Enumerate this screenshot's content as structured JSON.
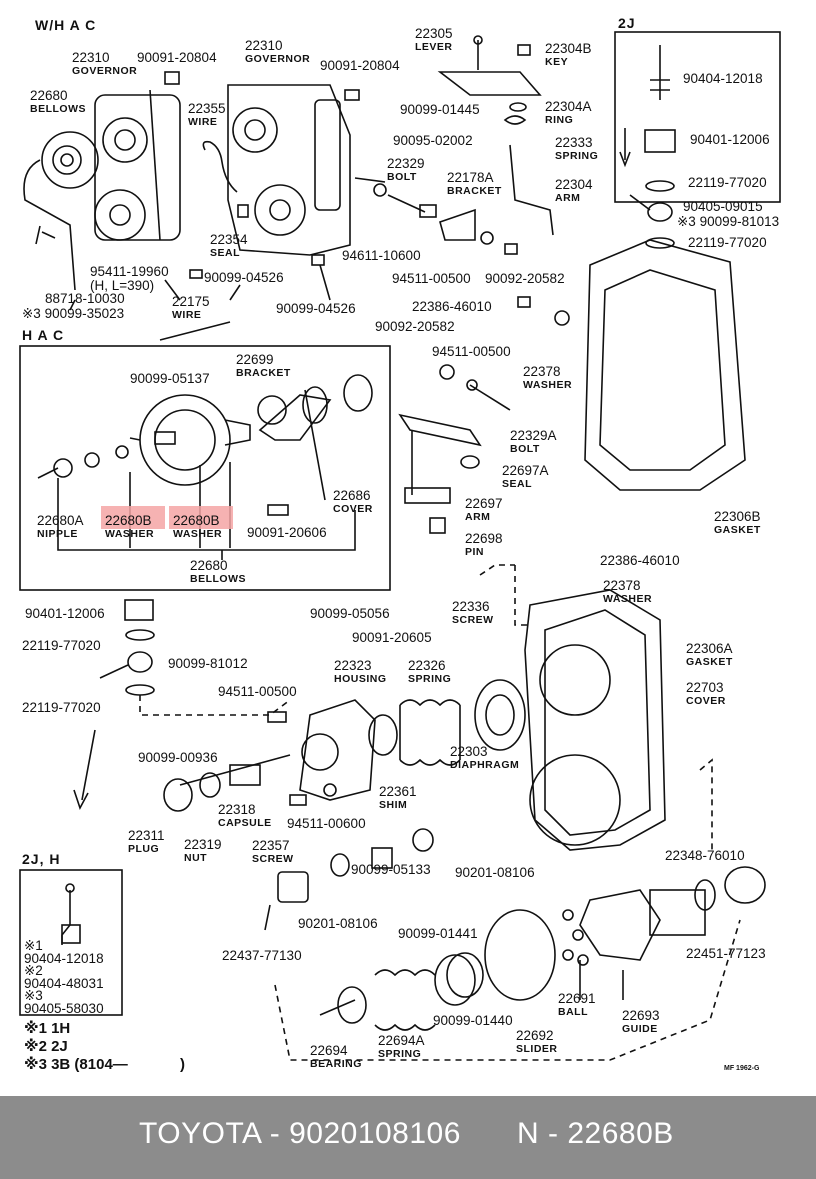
{
  "sections": {
    "whac": "W/H A C",
    "hac": "H A C",
    "twoj": "2J",
    "twojh": "2J, H"
  },
  "parts": {
    "p22310a": {
      "num": "22310",
      "name": "GOVERNOR"
    },
    "p22310b": {
      "num": "22310",
      "name": "GOVERNOR"
    },
    "p22680": {
      "num": "22680",
      "name": "BELLOWS"
    },
    "p22355": {
      "num": "22355",
      "name": "WIRE"
    },
    "p22354": {
      "num": "22354",
      "name": "SEAL"
    },
    "p22305": {
      "num": "22305",
      "name": "LEVER"
    },
    "p22304b": {
      "num": "22304B",
      "name": "KEY"
    },
    "p22304a": {
      "num": "22304A",
      "name": "RING"
    },
    "p22333": {
      "num": "22333",
      "name": "SPRING"
    },
    "p22304": {
      "num": "22304",
      "name": "ARM"
    },
    "p22329": {
      "num": "22329",
      "name": "BOLT"
    },
    "p22178a": {
      "num": "22178A",
      "name": "BRACKET"
    },
    "p22175": {
      "num": "22175",
      "name": "WIRE"
    },
    "p22699": {
      "num": "22699",
      "name": "BRACKET"
    },
    "p22686": {
      "num": "22686",
      "name": "COVER"
    },
    "p22680a": {
      "num": "22680A",
      "name": "NIPPLE"
    },
    "p22680b1": {
      "num": "22680B",
      "name": "WASHER"
    },
    "p22680b2": {
      "num": "22680B",
      "name": "WASHER"
    },
    "p22680bel": {
      "num": "22680",
      "name": "BELLOWS"
    },
    "p22378": {
      "num": "22378",
      "name": "WASHER"
    },
    "p22329a": {
      "num": "22329A",
      "name": "BOLT"
    },
    "p22697a": {
      "num": "22697A",
      "name": "SEAL"
    },
    "p22697": {
      "num": "22697",
      "name": "ARM"
    },
    "p22698": {
      "num": "22698",
      "name": "PIN"
    },
    "p22306b": {
      "num": "22306B",
      "name": "GASKET"
    },
    "p22378b": {
      "num": "22378",
      "name": "WASHER"
    },
    "p22336": {
      "num": "22336",
      "name": "SCREW"
    },
    "p22306a": {
      "num": "22306A",
      "name": "GASKET"
    },
    "p22703": {
      "num": "22703",
      "name": "COVER"
    },
    "p22323": {
      "num": "22323",
      "name": "HOUSING"
    },
    "p22326": {
      "num": "22326",
      "name": "SPRING"
    },
    "p22303": {
      "num": "22303",
      "name": "DIAPHRAGM"
    },
    "p22361": {
      "num": "22361",
      "name": "SHIM"
    },
    "p22318": {
      "num": "22318",
      "name": "CAPSULE"
    },
    "p22357": {
      "num": "22357",
      "name": "SCREW"
    },
    "p22311": {
      "num": "22311",
      "name": "PLUG"
    },
    "p22319": {
      "num": "22319",
      "name": "NUT"
    },
    "p22691": {
      "num": "22691",
      "name": "BALL"
    },
    "p22693": {
      "num": "22693",
      "name": "GUIDE"
    },
    "p22692": {
      "num": "22692",
      "name": "SLIDER"
    },
    "p22694a": {
      "num": "22694A",
      "name": "SPRING"
    },
    "p22694": {
      "num": "22694",
      "name": "BEARING"
    }
  },
  "refs": {
    "r1": "90091-20804",
    "r2": "90091-20804",
    "r3": "90099-01445",
    "r4": "90095-02002",
    "r5": "90099-04526",
    "r6": "94611-10600",
    "r7": "95411-19960",
    "r7b": "(H, L=390)",
    "r8": "88718-10030",
    "r9": "※3 90099-35023",
    "r10": "90099-04526",
    "r11": "94511-00500",
    "r12": "90092-20582",
    "r13": "22386-46010",
    "r14": "90092-20582",
    "r15": "94511-00500",
    "r16": "90099-05137",
    "r17": "90091-20606",
    "r18": "90404-12018",
    "r19": "90401-12006",
    "r20": "22119-77020",
    "r21": "90405-09015",
    "r22": "※3 90099-81013",
    "r23": "22119-77020",
    "r24": "22386-46010",
    "r25": "90099-05056",
    "r26": "90091-20605",
    "r27": "90401-12006",
    "r28": "22119-77020",
    "r29": "90099-81012",
    "r30": "22119-77020",
    "r31": "94511-00500",
    "r32": "90099-00936",
    "r33": "94511-00600",
    "r34": "90201-08106",
    "r35": "90099-05133",
    "r36": "90201-08106",
    "r37": "22437-77130",
    "r38": "22348-76010",
    "r39": "22451-77123",
    "r40": "90099-01441",
    "r41": "90099-01440"
  },
  "legend": {
    "b1": "※1",
    "b1v": "90404-12018",
    "b2": "※2",
    "b2v": "90404-48031",
    "b3": "※3",
    "b3v": "90405-58030"
  },
  "notes": {
    "n1": "※1 1H",
    "n2": "※2 2J",
    "n3": "※3 3B (8104—",
    "n3end": ")",
    "fig": "MF 1962-G"
  },
  "footer": {
    "left": "TOYOTA - 9020108106",
    "right": "N - 22680B"
  },
  "colors": {
    "highlight": "#f5a5a5",
    "footer_bg": "#8c8c8c",
    "footer_text": "#ffffff"
  }
}
